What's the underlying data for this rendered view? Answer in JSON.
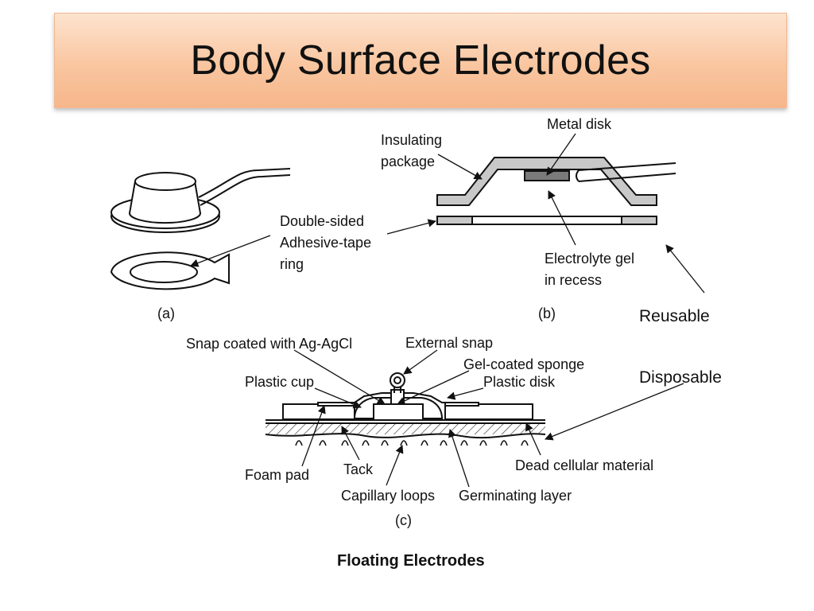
{
  "title": "Body Surface Electrodes",
  "labels": {
    "metal_disk": "Metal disk",
    "insulating_package": [
      "Insulating",
      "package"
    ],
    "adhesive_ring": [
      "Double-sided",
      "Adhesive-tape",
      "ring"
    ],
    "electrolyte_gel": [
      "Electrolyte gel",
      "in recess"
    ],
    "reusable": "Reusable",
    "disposable": "Disposable",
    "snap_coated": "Snap coated with Ag-AgCl",
    "external_snap": "External snap",
    "gel_sponge": "Gel-coated sponge",
    "plastic_cup": "Plastic cup",
    "plastic_disk": "Plastic disk",
    "foam_pad": "Foam pad",
    "tack": "Tack",
    "capillary_loops": "Capillary loops",
    "germinating_layer": "Germinating layer",
    "dead_cellular": "Dead cellular material"
  },
  "captions": {
    "a": "(a)",
    "b": "(b)",
    "c": "(c)"
  },
  "footer": "Floating Electrodes"
}
